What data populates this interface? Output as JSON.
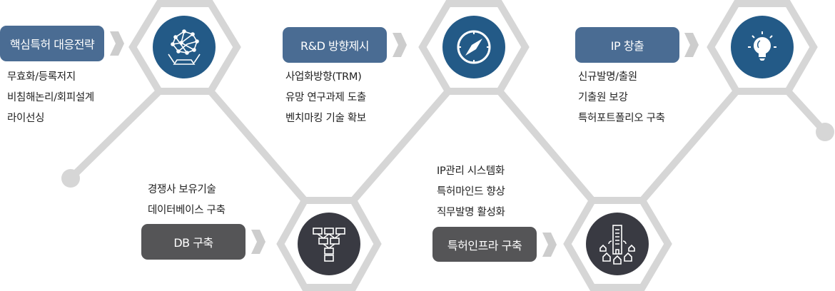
{
  "steps": [
    {
      "label": "핵심특허 대응전략",
      "items": [
        "무효화/등록저지",
        "비침해논리/회피설계",
        "라이선싱"
      ],
      "icon": "brain-network-icon"
    },
    {
      "label": "DB 구축",
      "items": [
        "경쟁사 보유기술",
        "데이터베이스 구축"
      ],
      "icon": "database-tree-icon"
    },
    {
      "label": "R&D 방향제시",
      "items": [
        "사업화방향(TRM)",
        "유망 연구과제 도출",
        "벤치마킹 기술 확보"
      ],
      "icon": "compass-icon"
    },
    {
      "label": "특허인프라 구축",
      "items": [
        "IP관리 시스템화",
        "특허마인드 향상",
        "직무발명 활성화"
      ],
      "icon": "building-network-icon"
    },
    {
      "label": "IP 창출",
      "items": [
        "신규발명/출원",
        "기출원 보강",
        "특허포트폴리오 구축"
      ],
      "icon": "lightbulb-icon"
    }
  ],
  "colors": {
    "blue_box": "#4a6c93",
    "blue_circle": "#235a87",
    "dark_box": "#555557",
    "dark_circle": "#393a42",
    "line": "#d6d6d6"
  }
}
